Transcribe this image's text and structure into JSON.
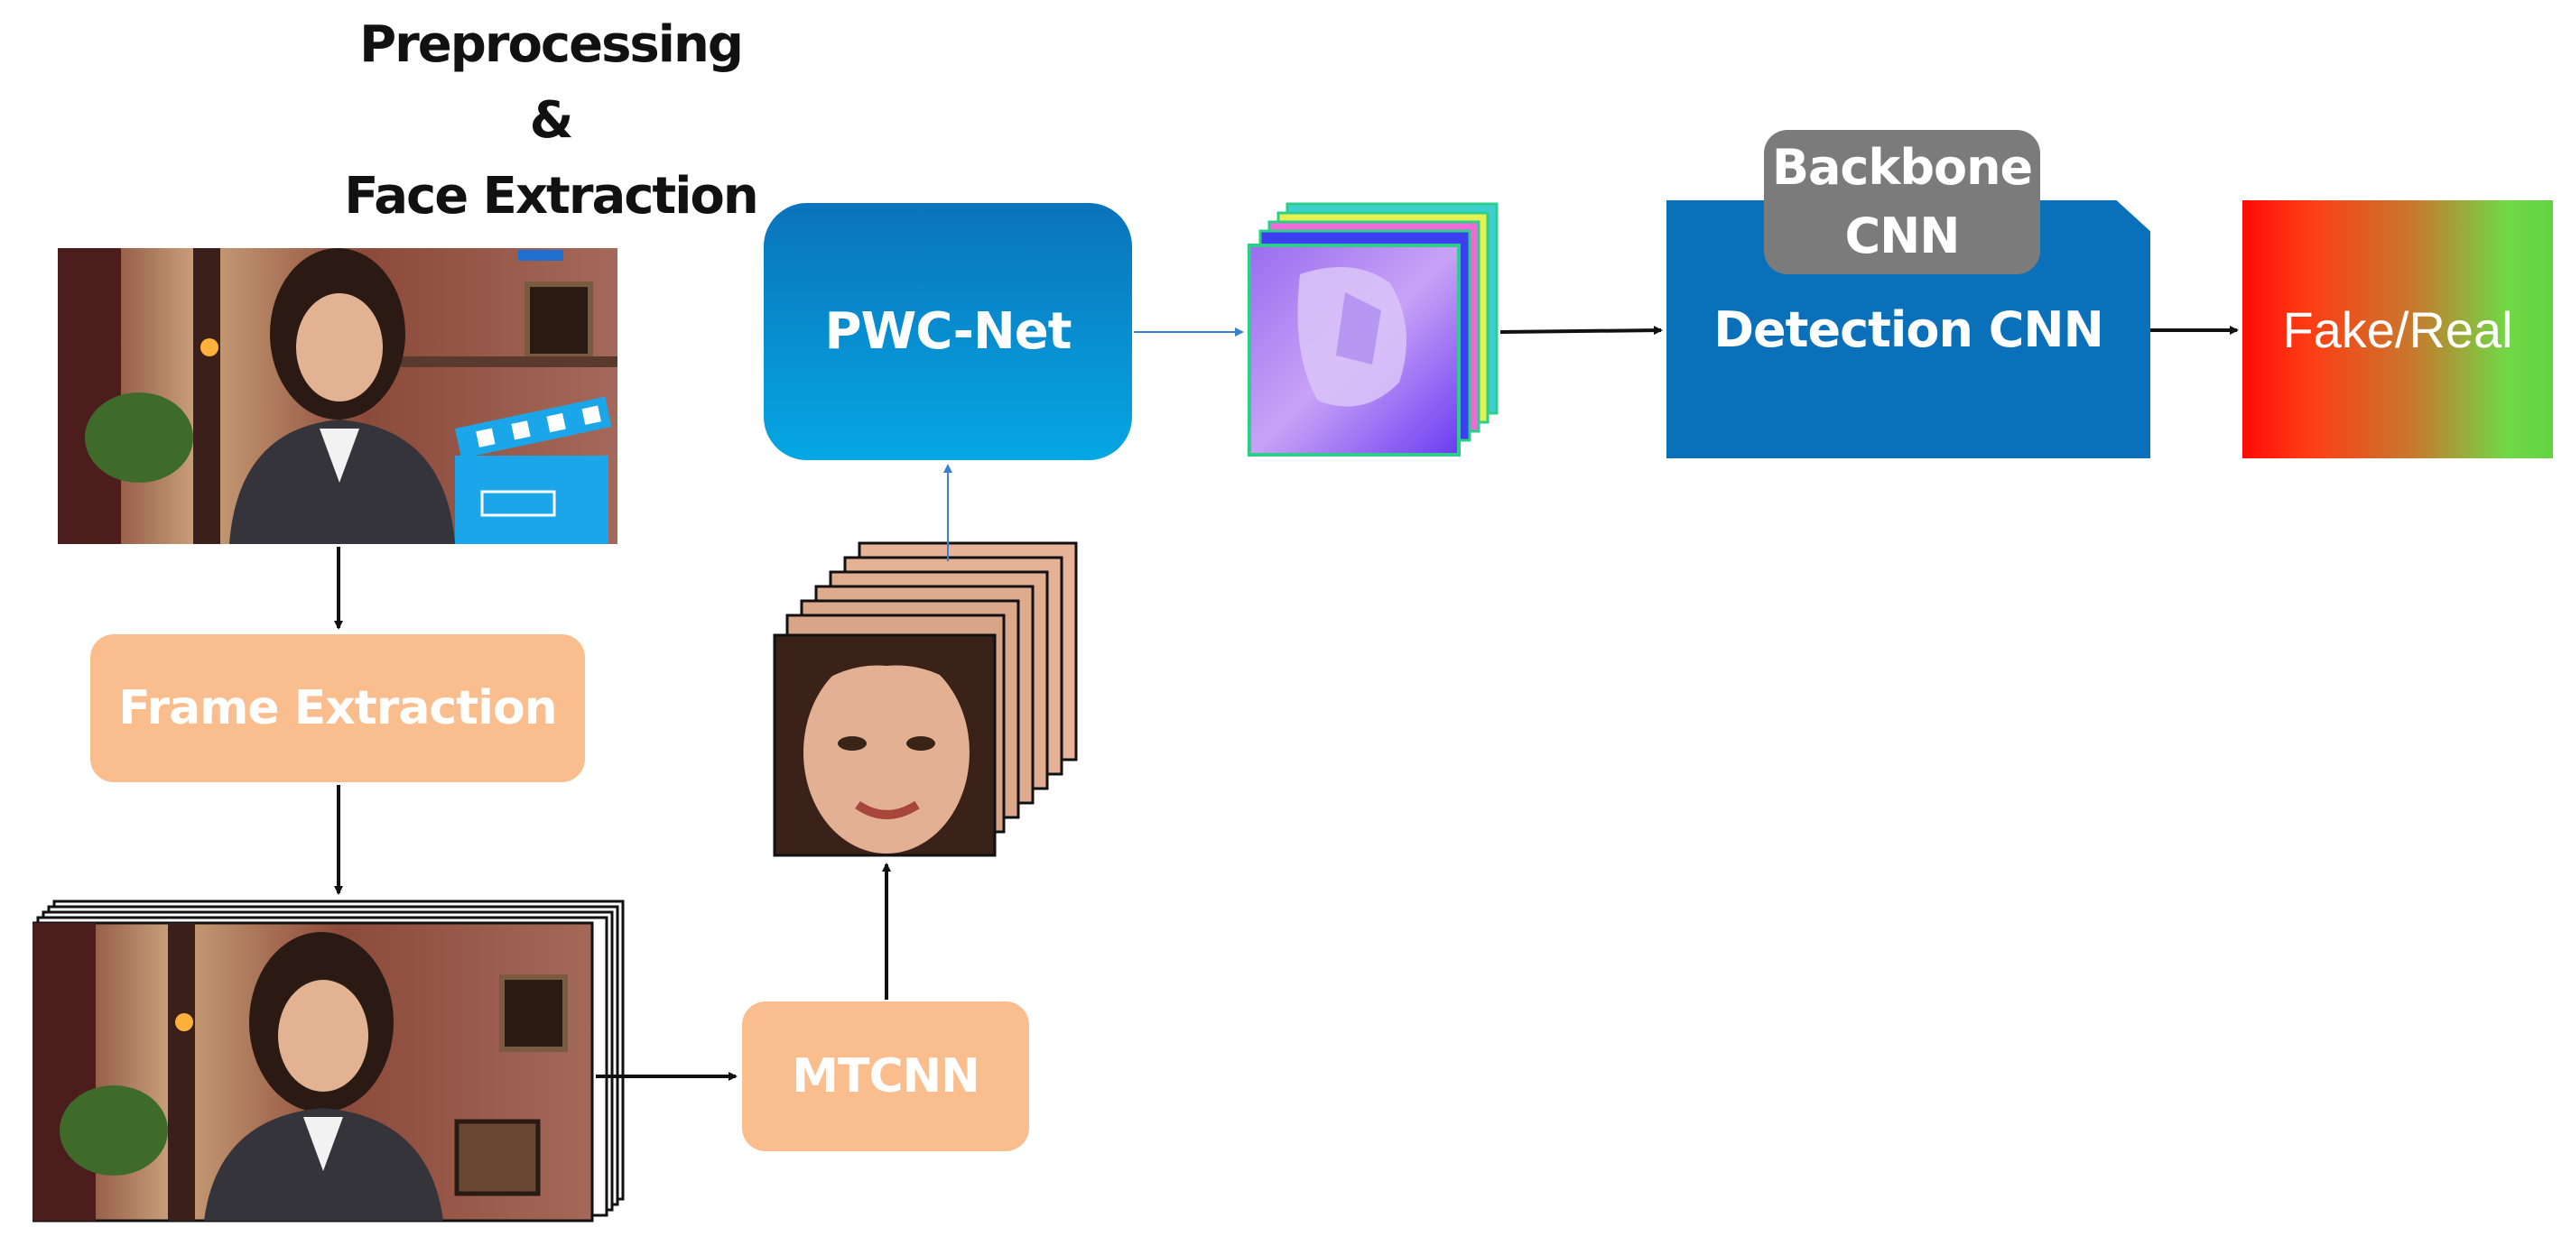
{
  "title": "Preprocessing &\nFace Extraction",
  "nodes": {
    "frame_extraction": "Frame Extraction",
    "mtcnn": "MTCNN",
    "pwc_net": "PWC-Net",
    "backbone": "Backbone\nCNN",
    "detection": "Detection CNN",
    "output": "Fake/Real"
  },
  "colors": {
    "peach": "#f9bd8e",
    "pwc_gradient": [
      "#0a73bb",
      "#05a7e3"
    ],
    "detection": "#0b70ba",
    "backbone": "#7b7b7b",
    "fake_real_gradient": [
      "#ff0b08",
      "#63d343"
    ],
    "clapper_icon": "#1ba6ea"
  },
  "images": [
    "news-presenter-video-frame",
    "stacked-video-frames",
    "stacked-face-crops",
    "stacked-optical-flow-maps"
  ]
}
